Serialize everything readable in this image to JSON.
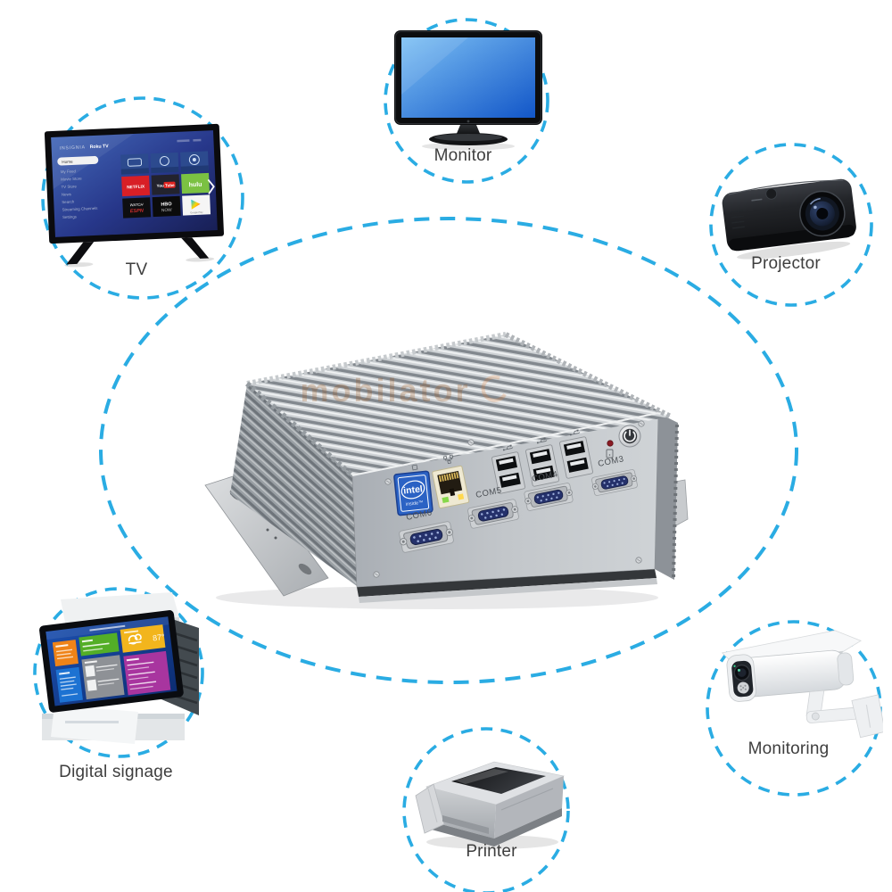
{
  "diagram": {
    "watermark": "mobilator",
    "dash_color": "#2aace3"
  },
  "labels": {
    "tv": "TV",
    "monitor": "Monitor",
    "projector": "Projector",
    "monitoring": "Monitoring",
    "printer": "Printer",
    "digital_signage": "Digital signage"
  },
  "tv_screen": {
    "brand": "INSIGNIA",
    "platform": "Roku TV",
    "menu": [
      "Home",
      "My Feed",
      "Movie Store",
      "TV Store",
      "News",
      "Search",
      "Streaming Channels",
      "Settings"
    ],
    "apps": {
      "netflix": "NETFLIX",
      "youtube_a": "You",
      "youtube_b": "Tube",
      "hulu": "hulu",
      "espn_top": "WATCH",
      "espn_bottom": "ESPN",
      "hbo_top": "HBO",
      "hbo_bottom": "NOW",
      "google_play": "Google Play"
    }
  },
  "signage_screen": {
    "temperature": "87°"
  },
  "pc": {
    "badge_line1": "intel",
    "badge_line2": "inside™",
    "com_ports": [
      "COM6",
      "COM5",
      "COM4",
      "COM3"
    ]
  }
}
